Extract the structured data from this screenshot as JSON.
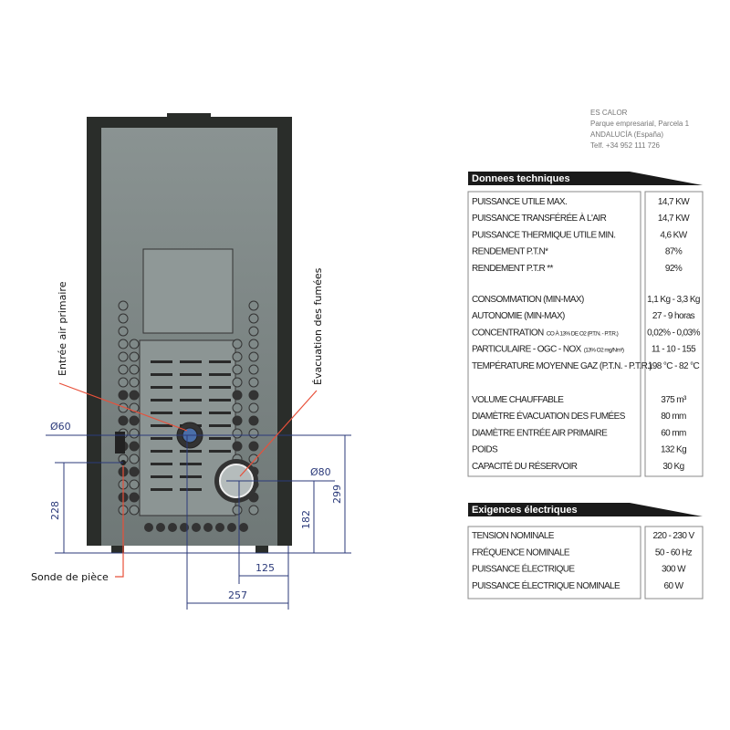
{
  "company": {
    "name": "ES CALOR",
    "address1": "Parque empresarial, Parcela 1",
    "address2": "ANDALUCÍA (España)",
    "phone": "Telf. +34 952 111 726"
  },
  "diagram": {
    "labels": {
      "air_intake": "Entrée air primaire",
      "flue_exhaust": "Évacuation des fumées",
      "room_probe": "Sonde de pièce"
    },
    "dimensions": {
      "air_diameter": "Ø60",
      "flue_diameter": "Ø80",
      "probe_height": "228",
      "flue_height": "182",
      "air_height": "299",
      "flue_offset": "125",
      "air_offset": "257"
    },
    "colors": {
      "dimension": "#2b3a7a",
      "callout": "#e8503a",
      "panel": "#7d8786",
      "frame": "#2a2d2a"
    }
  },
  "technical": {
    "title": "Donnees techniques",
    "groups": [
      [
        {
          "label": "PUISSANCE UTILE MAX.",
          "value": "14,7 KW"
        },
        {
          "label": "PUISSANCE TRANSFÉRÉE À L'AIR",
          "value": "14,7 KW"
        },
        {
          "label": "PUISSANCE THERMIQUE UTILE MIN.",
          "value": "4,6 KW"
        },
        {
          "label": "RENDEMENT P.T.N*",
          "value": "87%"
        },
        {
          "label": "RENDEMENT P.T.R **",
          "value": "92%"
        }
      ],
      [
        {
          "label": "CONSOMMATION (MIN-MAX)",
          "value": "1,1 Kg - 3,3 Kg"
        },
        {
          "label": "AUTONOMIE (MIN-MAX)",
          "value": "27 - 9 horas"
        },
        {
          "label": "CONCENTRATION",
          "note": "CO À 13% DE O2 (P.T.N. - P.T.R.)",
          "value": "0,02% - 0,03%"
        },
        {
          "label": "PARTICULAIRE - OGC - NOX",
          "note": "(13% O2 mg/Nm³)",
          "value": "11 - 10 - 155"
        },
        {
          "label": "TEMPÉRATURE MOYENNE GAZ (P.T.N. - P.T.R.)",
          "value": "198 °C - 82 °C"
        }
      ],
      [
        {
          "label": "VOLUME CHAUFFABLE",
          "value": "375 m³"
        },
        {
          "label": "DIAMÈTRE ÉVACUATION DES FUMÉES",
          "value": "80 mm"
        },
        {
          "label": "DIAMÈTRE ENTRÉE AIR PRIMAIRE",
          "value": "60 mm"
        },
        {
          "label": "POIDS",
          "value": "132 Kg"
        },
        {
          "label": "CAPACITÉ DU RÉSERVOIR",
          "value": "30 Kg"
        }
      ]
    ]
  },
  "electrical": {
    "title": "Exigences électriques",
    "rows": [
      {
        "label": "TENSION NOMINALE",
        "value": "220 - 230 V"
      },
      {
        "label": "FRÉQUENCE NOMINALE",
        "value": "50 - 60 Hz"
      },
      {
        "label": "PUISSANCE ÉLECTRIQUE",
        "value": "300 W"
      },
      {
        "label": "PUISSANCE ÉLECTRIQUE NOMINALE",
        "value": "60 W"
      }
    ]
  }
}
